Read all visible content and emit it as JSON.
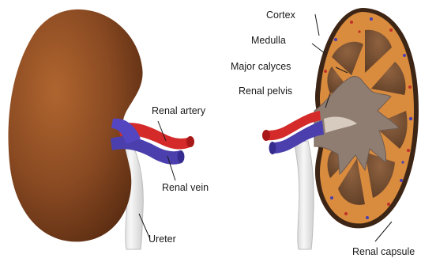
{
  "labels": {
    "renal_artery": "Renal artery",
    "renal_vein": "Renal vein",
    "ureter": "Ureter",
    "cortex": "Cortex",
    "medulla": "Medulla",
    "major_calyces": "Major calyces",
    "renal_pelvis": "Renal pelvis",
    "renal_capsule": "Renal capsule"
  },
  "colors": {
    "kidney_brown": "#8a4a22",
    "artery_red": "#d42a2a",
    "vein_blue": "#4b3fae",
    "ureter_white": "#ececec",
    "cortex_orange": "#d98b3e",
    "pyramid_brown": "#7a5234",
    "pelvis_gray": "#8f7d72",
    "capsule_dark": "#3d2516"
  }
}
